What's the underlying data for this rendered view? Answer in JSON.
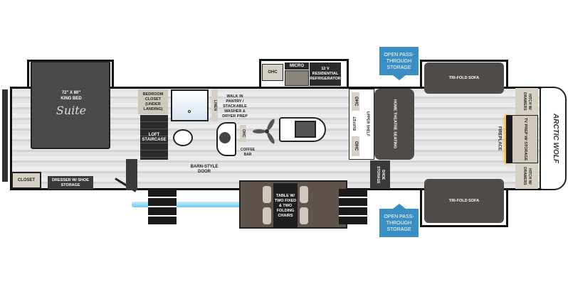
{
  "bedroom": {
    "bed_size": "72\" X 80\"",
    "bed_type": "KING BED",
    "logo": "Suite",
    "closet": "CLOSET",
    "dresser": "DRESSER W/ SHOE STORAGE",
    "bedroom_closet": "BEDROOM CLOSET (UNDER LANDING)",
    "loft_staircase": "LOFT STAIRCASE"
  },
  "bath": {
    "linen": "LINEN",
    "barn_door": "BARN-STYLE DOOR"
  },
  "kitchen": {
    "pantry": "WALK IN PANTRY / STACKABLE WASHER & DRYER PREP",
    "ohc_small": "OHC",
    "coffee_bar": "COFFEE BAR",
    "ohc": "OHC",
    "micro": "MICRO",
    "refrigerator": "12 V RESIDENTIAL REFRIGERATOR"
  },
  "dining": {
    "table": "TABLE W/ TWO FIXED & TWO FOLDING CHAIRS"
  },
  "living": {
    "ohc_top": "OHC",
    "buffet": "BUFFET",
    "ohc_bottom": "OHC",
    "upper_shelf": "UPPER SHELF",
    "theatre": "HOME THEATRE SEATING",
    "shoe_storage": "SHOE STORAGE",
    "sofa_top": "TRI-FOLD SOFA",
    "sofa_bottom": "TRI-FOLD SOFA",
    "fireplace": "FIREPLACE"
  },
  "front": {
    "hitch_top": "HITCH W/ DRAWERS",
    "tv": "TV PREP W/ STORAGE",
    "hitch_bottom": "HITCH W/ DRAWERS",
    "brand_logo": "Arctic Wolf"
  },
  "callouts": {
    "top": "OPEN PASS-THROUGH STORAGE",
    "bottom": "OPEN PASS-THROUGH STORAGE"
  },
  "colors": {
    "callout": "#3a8ec1",
    "dark_furniture": "#4f4b48",
    "bed": "#4a4a4d",
    "glow": "#45b8ea",
    "fireplace": "#f5b400"
  }
}
